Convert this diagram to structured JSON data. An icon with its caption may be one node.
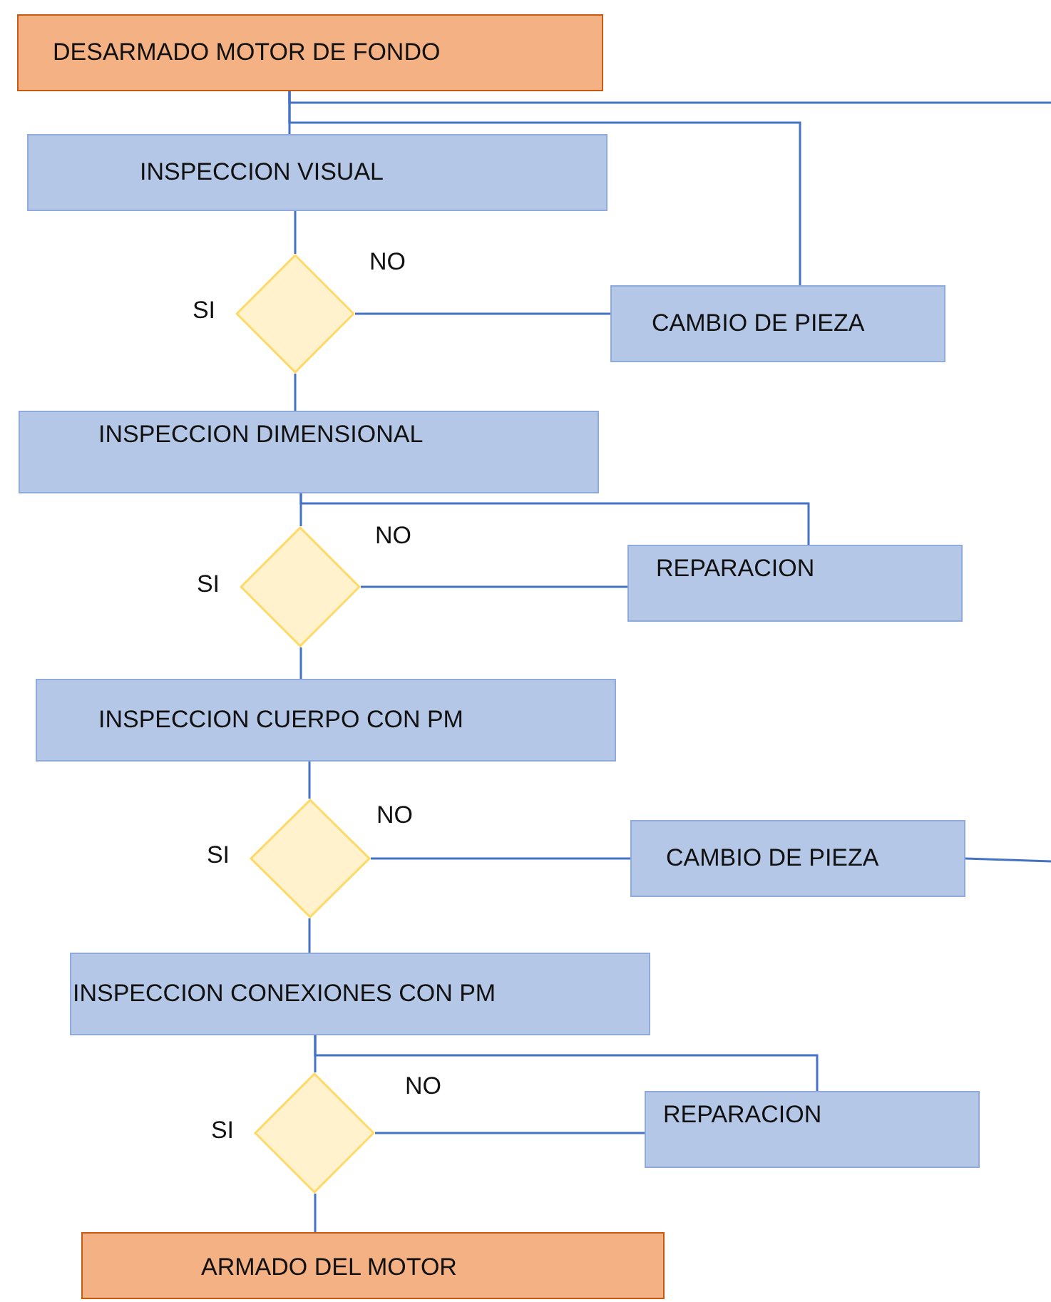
{
  "diagram": {
    "nodes": [
      {
        "text": [
          "DESARMADO MOTOR DE FONDO"
        ]
      },
      {
        "text": [
          "INSPECCION VISUAL"
        ]
      },
      {
        "text": [],
        "shape": "diamond",
        "beside": [
          "SI"
        ]
      },
      {
        "text": [
          "CAMBIO DE PIEZA"
        ]
      },
      {
        "text": [
          "INSPECCION DIMENSIONAL"
        ]
      },
      {
        "text": [],
        "shape": "diamond",
        "beside": [
          "SI"
        ]
      },
      {
        "text": [
          "REPARACION"
        ]
      },
      {
        "text": [
          "INSPECCION CUERPO CON PM"
        ]
      },
      {
        "text": [],
        "shape": "diamond",
        "beside": [
          "SI"
        ]
      },
      {
        "text": [
          "CAMBIO DE PIEZA"
        ]
      },
      {
        "text": [
          "INSPECCION CONEXIONES CON PM"
        ]
      },
      {
        "text": [],
        "shape": "diamond",
        "beside": [
          "SI"
        ]
      },
      {
        "text": [
          "REPARACION"
        ]
      },
      {
        "text": [
          "ARMADO DEL MOTOR"
        ]
      }
    ],
    "edges": [
      {
        "from": 0,
        "to": 1,
        "arrow": "none"
      },
      {
        "from": 0,
        "to": null,
        "arrow": "none"
      },
      {
        "from": 1,
        "to": 2,
        "arrow": "none"
      },
      {
        "from": 2,
        "to": 3,
        "arrow": "none",
        "label": "NO"
      },
      {
        "from": 3,
        "to": 0,
        "arrow": "none"
      },
      {
        "from": 2,
        "to": 4,
        "arrow": "none"
      },
      {
        "from": 4,
        "to": 5,
        "arrow": "none"
      },
      {
        "from": 5,
        "to": 6,
        "arrow": "none",
        "label": "NO"
      },
      {
        "from": 6,
        "to": 4,
        "arrow": "none"
      },
      {
        "from": 5,
        "to": 7,
        "arrow": "none"
      },
      {
        "from": 7,
        "to": 8,
        "arrow": "none"
      },
      {
        "from": 8,
        "to": 9,
        "arrow": "none",
        "label": "NO"
      },
      {
        "from": 9,
        "to": null,
        "arrow": "none"
      },
      {
        "from": 8,
        "to": 10,
        "arrow": "none"
      },
      {
        "from": 10,
        "to": 11,
        "arrow": "none"
      },
      {
        "from": 11,
        "to": 12,
        "arrow": "none",
        "label": "NO"
      },
      {
        "from": 12,
        "to": 10,
        "arrow": "none"
      },
      {
        "from": 11,
        "to": 13,
        "arrow": "none"
      }
    ]
  }
}
